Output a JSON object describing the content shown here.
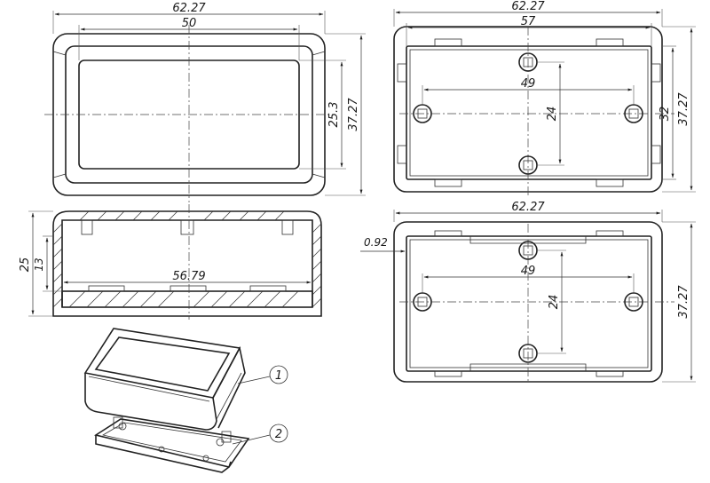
{
  "views": {
    "top_left": {
      "width_outer": "62.27",
      "width_inner": "50",
      "height_inner": "25.3",
      "height_outer": "37.27"
    },
    "top_right": {
      "width_outer": "62.27",
      "width_inner": "57",
      "hole_spacing_x": "49",
      "hole_spacing_y": "24",
      "height_inner": "32",
      "height_outer": "37.27"
    },
    "section": {
      "height_total": "25",
      "height_inner": "13",
      "width_inner": "56.79"
    },
    "bottom_right": {
      "width_outer": "62.27",
      "wall": "0.92",
      "hole_spacing_x": "49",
      "hole_spacing_y": "24",
      "height_outer": "37.27"
    },
    "iso": {
      "callout_1": "1",
      "callout_2": "2"
    }
  }
}
